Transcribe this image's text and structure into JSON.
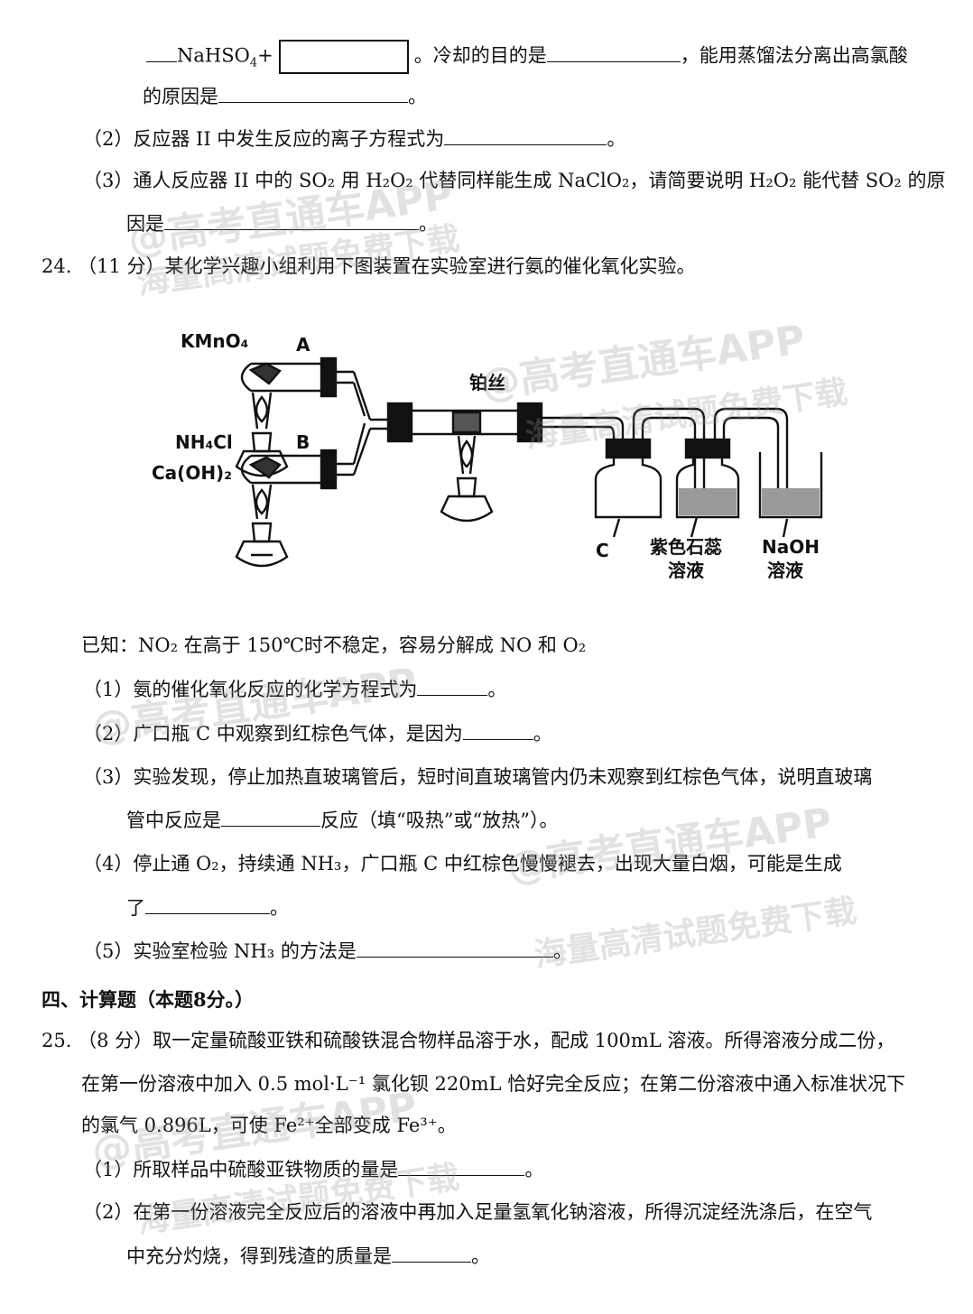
{
  "q23": {
    "line1_pre": "NaHSO",
    "line1_sub": "4",
    "line1_plus": "+",
    "line1_mid": "。冷却的目的是",
    "line1_post": "，能用蒸馏法分离出高氯酸",
    "line2": "的原因是",
    "line2_end": "。",
    "p2_text": "（2）反应器 II 中发生反应的离子方程式为",
    "p2_end": "。",
    "p3_line1": "（3）通人反应器 II 中的 SO₂ 用 H₂O₂ 代替同样能生成 NaClO₂，请简要说明 H₂O₂ 能代替 SO₂ 的原",
    "p3_line2": "因是",
    "p3_end": "。"
  },
  "q24": {
    "header": "24. （11 分）某化学兴趣小组利用下图装置在实验室进行氨的催化氧化实验。",
    "figure": {
      "label_kmno4": "KMnO₄",
      "label_a": "A",
      "label_nh4cl": "NH₄Cl",
      "label_caoh2": "Ca(OH)₂",
      "label_b": "B",
      "label_pt": "铂丝",
      "label_c": "C",
      "label_litmus_1": "紫色石蕊",
      "label_litmus_2": "溶液",
      "label_naoh_1": "NaOH",
      "label_naoh_2": "溶液"
    },
    "known": "已知：NO₂ 在高于 150℃时不稳定，容易分解成 NO 和 O₂",
    "p1": "（1）氨的催化氧化反应的化学方程式为",
    "p1_end": "。",
    "p2": "（2）广口瓶 C 中观察到红棕色气体，是因为",
    "p2_end": "。",
    "p3_line1": "（3）实验发现，停止加热直玻璃管后，短时间直玻璃管内仍未观察到红棕色气体，说明直玻璃",
    "p3_line2_pre": "管中反应是",
    "p3_line2_post": "反应（填“吸热”或“放热”）。",
    "p4_line1": "（4）停止通 O₂，持续通 NH₃，广口瓶 C 中红棕色慢慢褪去，出现大量白烟，可能是生成",
    "p4_line2_pre": "了",
    "p4_end": "。",
    "p5": "（5）实验室检验 NH₃ 的方法是",
    "p5_end": "。"
  },
  "section4": {
    "title": "四、计算题（本题8分。）"
  },
  "q25": {
    "line1": "25. （8 分）取一定量硫酸亚铁和硫酸铁混合物样品溶于水，配成 100mL 溶液。所得溶液分成二份，",
    "line2": "在第一份溶液中加入 0.5 mol·L⁻¹ 氯化钡 220mL 恰好完全反应；在第二份溶液中通入标准状况下",
    "line3": "的氯气 0.896L，可使 Fe²⁺全部变成 Fe³⁺。",
    "p1": "（1）所取样品中硫酸亚铁物质的量是",
    "p1_end": "。",
    "p2_line1": "（2）在第一份溶液完全反应后的溶液中再加入足量氢氧化钠溶液，所得沉淀经洗涤后，在空气",
    "p2_line2": "中充分灼烧，得到残渣的质量是",
    "p2_end": "。"
  },
  "watermark": {
    "line1": "@高考直通车APP",
    "line2": "海量高清试题免费下载"
  },
  "colors": {
    "ink": "#111111",
    "liquid": "#9a9a9a",
    "watermark": "#969696"
  }
}
